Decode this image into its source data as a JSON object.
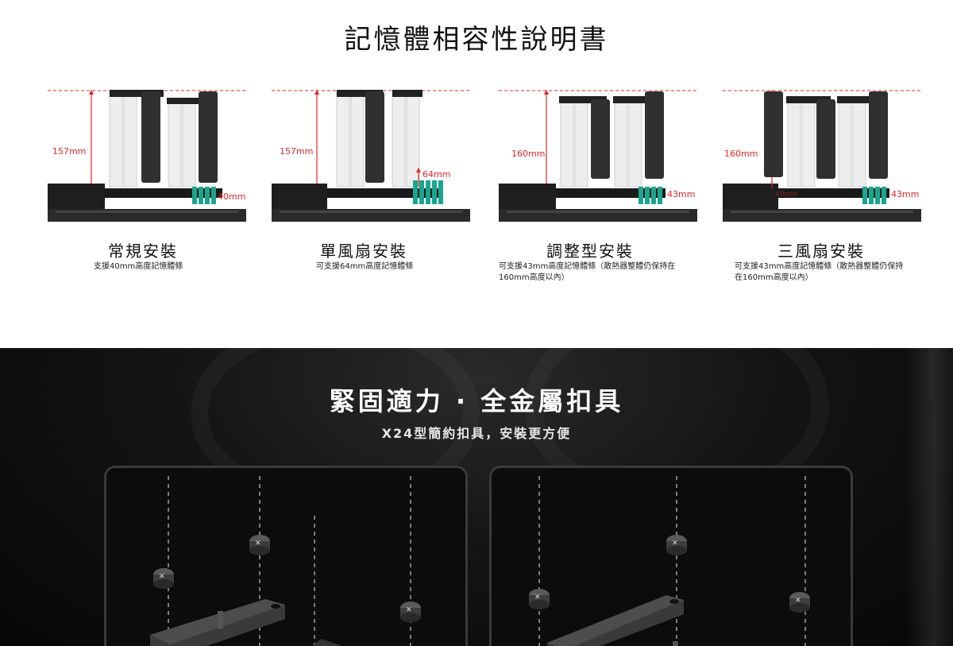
{
  "compatibility": {
    "title": "記憶體相容性說明書",
    "installs": [
      {
        "name": "常規安裝",
        "desc": [
          "支援40mm高度記憶體條"
        ],
        "height_label": "157mm",
        "ram_label": "40mm"
      },
      {
        "name": "單風扇安裝",
        "desc": [
          "可支援64mm高度記憶體條"
        ],
        "height_label": "157mm",
        "ram_label": "64mm"
      },
      {
        "name": "調整型安裝",
        "desc": [
          "可支援43mm高度記憶體條（散熱器整體仍保持在",
          "160mm高度以內）"
        ],
        "height_label": "160mm",
        "ram_label": "43mm"
      },
      {
        "name": "三風扇安裝",
        "desc": [
          "可支援43mm高度記憶體條（散熱器整體仍保持",
          "在160mm高度以內）"
        ],
        "height_label": "160mm",
        "ram_label": "43mm",
        "secondary_label": "40mm"
      }
    ]
  },
  "mounting": {
    "title": "緊固適力 · 全金屬扣具",
    "subtitle": "X24型簡約扣具，安裝更方便"
  },
  "colors": {
    "accent": "#e0262b",
    "ram_green": "#1aa58f"
  }
}
